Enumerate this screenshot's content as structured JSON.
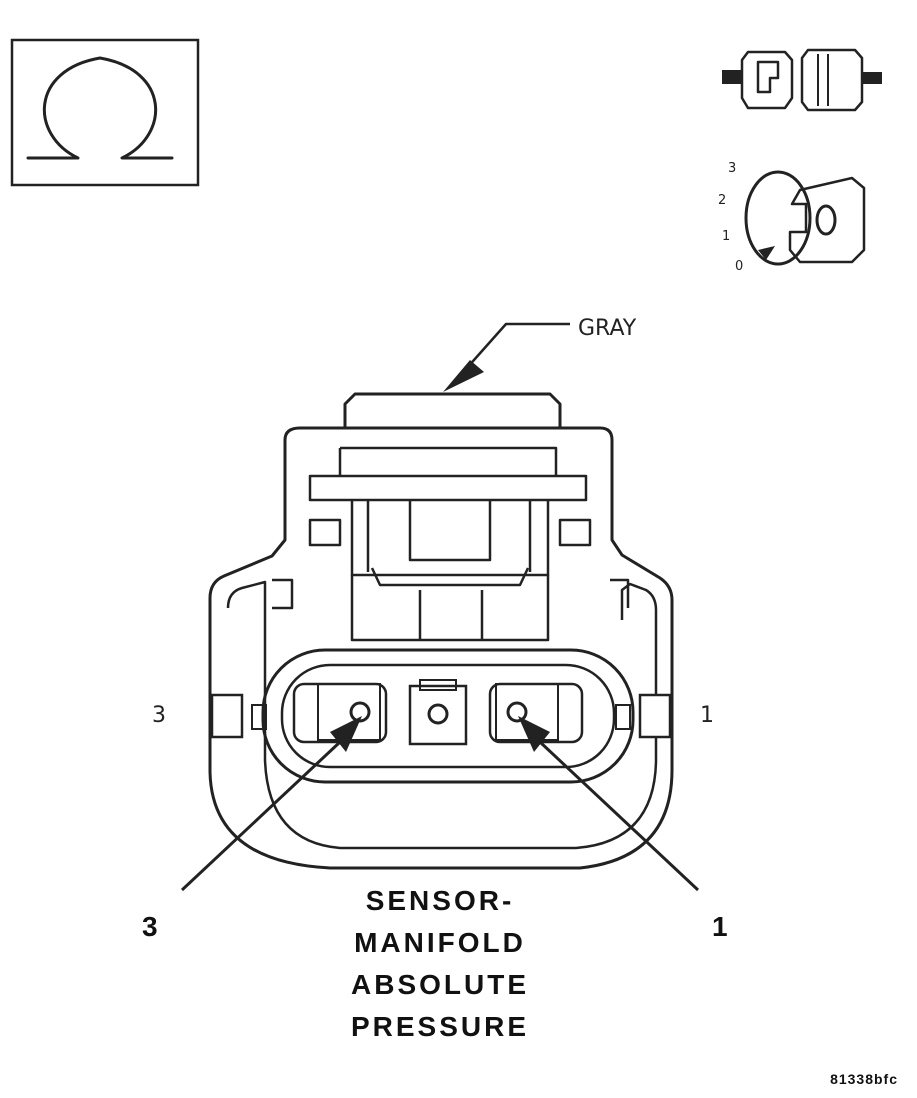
{
  "ohm_symbol": {
    "glyph": "Ω",
    "meaning": "ohmmeter-icon"
  },
  "connector_icon": {
    "name": "disconnected-connector-icon"
  },
  "ignition_icon": {
    "name": "ignition-key-icon",
    "positions": [
      "3",
      "2",
      "1",
      "0"
    ],
    "key_glyph": "O"
  },
  "color_callout": "GRAY",
  "cavity_left_number": "3",
  "cavity_right_number": "1",
  "pin_callout_left": "3",
  "pin_callout_right": "1",
  "component_title": [
    "SENSOR-",
    "MANIFOLD",
    "ABSOLUTE",
    "PRESSURE"
  ],
  "figure_id": "81338bfc"
}
